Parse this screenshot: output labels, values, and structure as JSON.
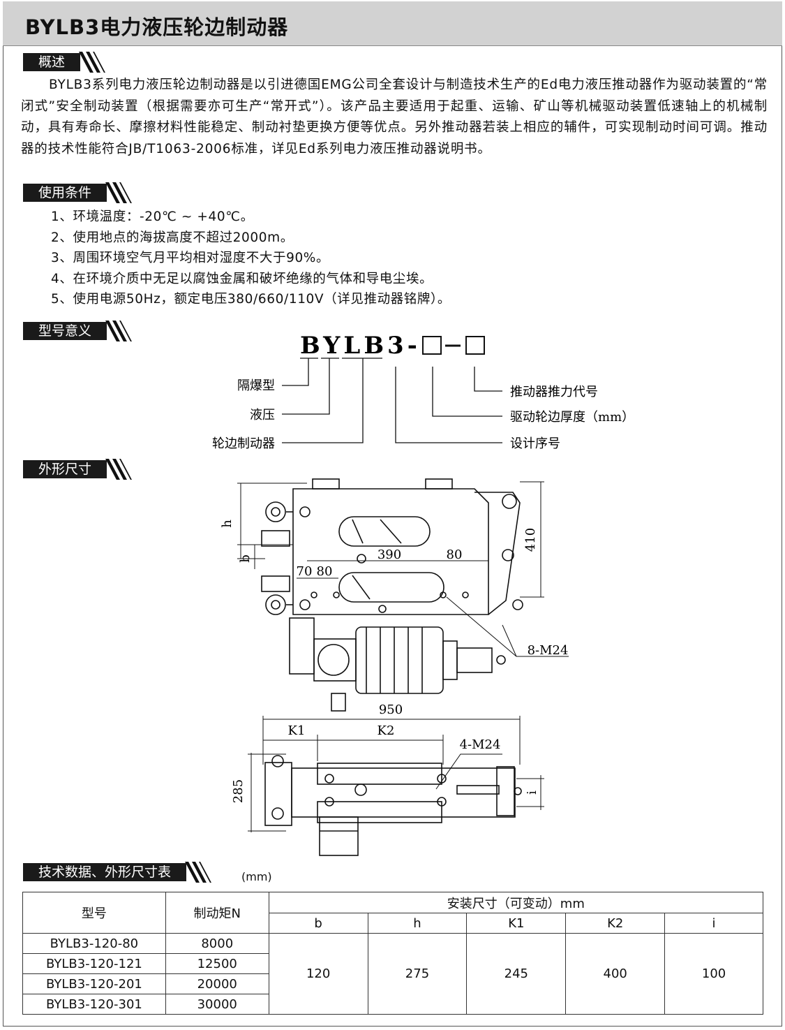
{
  "title": "BYLB3电力液压轮边制动器",
  "sections": {
    "overview": {
      "tag": "概述",
      "text": "BYLB3系列电力液压轮边制动器是以引进德国EMG公司全套设计与制造技术生产的Ed电力液压推动器作为驱动装置的“常闭式”安全制动装置（根据需要亦可生产“常开式”）。该产品主要适用于起重、运输、矿山等机械驱动装置低速轴上的机械制动，具有寿命长、摩擦材料性能稳定、制动衬垫更换方便等优点。另外推动器若装上相应的辅件，可实现制动时间可调。推动器的技术性能符合JB/T1063-2006标准，详见Ed系列电力液压推动器说明书。"
    },
    "conditions": {
      "tag": "使用条件",
      "items": [
        "1、环境温度：-20℃ ~ +40℃。",
        "2、使用地点的海拔高度不超过2000m。",
        "3、周围环境空气月平均相对湿度不大于90%。",
        "4、在环境介质中无足以腐蚀金属和破坏绝缘的气体和导电尘埃。",
        "5、使用电源50Hz，额定电压380/660/110V（详见推动器铭牌）。"
      ]
    },
    "model": {
      "tag": "型号意义",
      "code_prefix": "BYLB3-",
      "labels_left": [
        "隔爆型",
        "液压",
        "轮边制动器"
      ],
      "labels_right": [
        "推动器推力代号",
        "驱动轮边厚度（mm）",
        "设计序号"
      ]
    },
    "dimensions": {
      "tag": "外形尺寸",
      "labels": {
        "h": "h",
        "b": "b",
        "d390": "390",
        "d80a": "80",
        "d70": "70",
        "d80b": "80",
        "d410": "410",
        "bolt8": "8-M24",
        "d950": "950",
        "k1": "K1",
        "k2": "K2",
        "bolt4": "4-M24",
        "d285": "285",
        "i": "i"
      }
    },
    "table": {
      "tag": "技术数据、外形尺寸表",
      "unit": "(mm)",
      "col_model": "型号",
      "col_torque": "制动矩N",
      "col_install": "安装尺寸（可变动）mm",
      "sub_cols": [
        "b",
        "h",
        "K1",
        "K2",
        "i"
      ],
      "rows": [
        {
          "model": "BYLB3-120-80",
          "torque": "8000"
        },
        {
          "model": "BYLB3-120-121",
          "torque": "12500"
        },
        {
          "model": "BYLB3-120-201",
          "torque": "20000"
        },
        {
          "model": "BYLB3-120-301",
          "torque": "30000"
        }
      ],
      "shared_values": [
        "120",
        "275",
        "245",
        "400",
        "100"
      ]
    }
  }
}
